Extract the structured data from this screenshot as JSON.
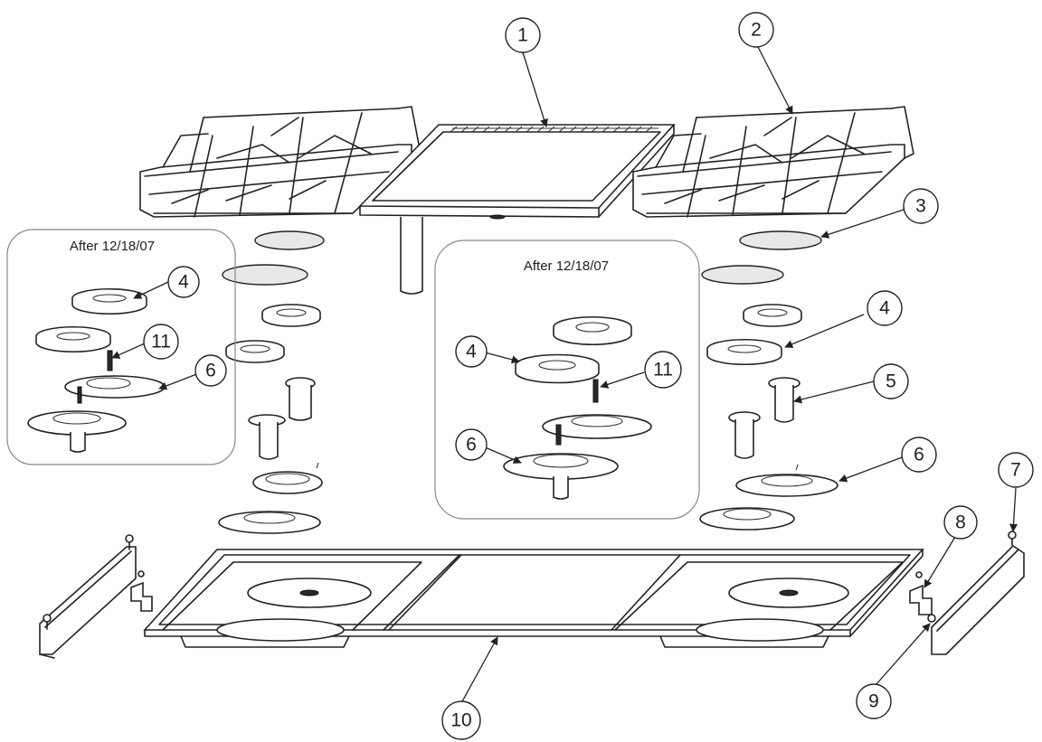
{
  "callouts": [
    "1",
    "2",
    "3",
    "4",
    "4",
    "4",
    "5",
    "6",
    "6",
    "6",
    "7",
    "8",
    "9",
    "10",
    "11",
    "11"
  ],
  "insets": [
    {
      "note": "After 12/18/07"
    },
    {
      "note": "After 12/18/07"
    }
  ]
}
